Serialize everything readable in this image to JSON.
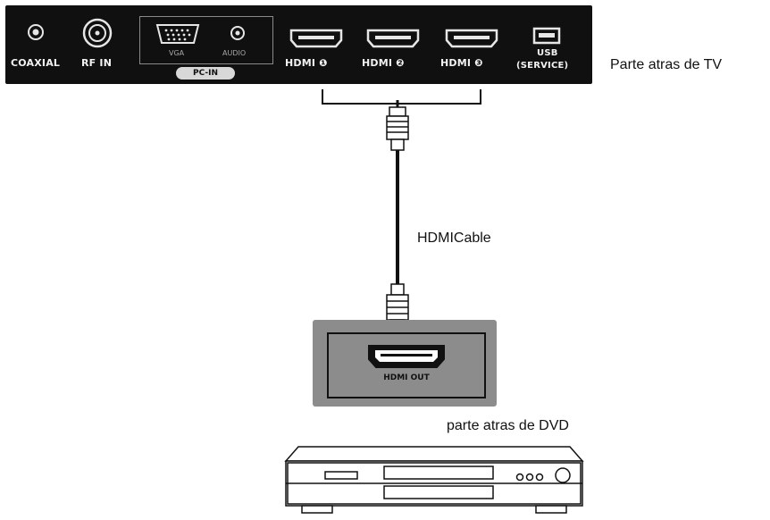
{
  "tv_panel": {
    "ports": {
      "coaxial": "COAXIAL",
      "rf_in": "RF IN",
      "vga": "VGA",
      "audio": "AUDIO",
      "pc_in": "PC-IN",
      "hdmi1": "HDMI ❶",
      "hdmi2": "HDMI ❷",
      "hdmi3": "HDMI ❸",
      "usb": "USB",
      "usb_service": "(SERVICE)"
    },
    "caption": "Parte atras de TV"
  },
  "cable": {
    "label": "HDMICable"
  },
  "dvd_panel": {
    "port_label": "HDMI OUT"
  },
  "dvd_player": {
    "caption": "parte atras de DVD"
  }
}
